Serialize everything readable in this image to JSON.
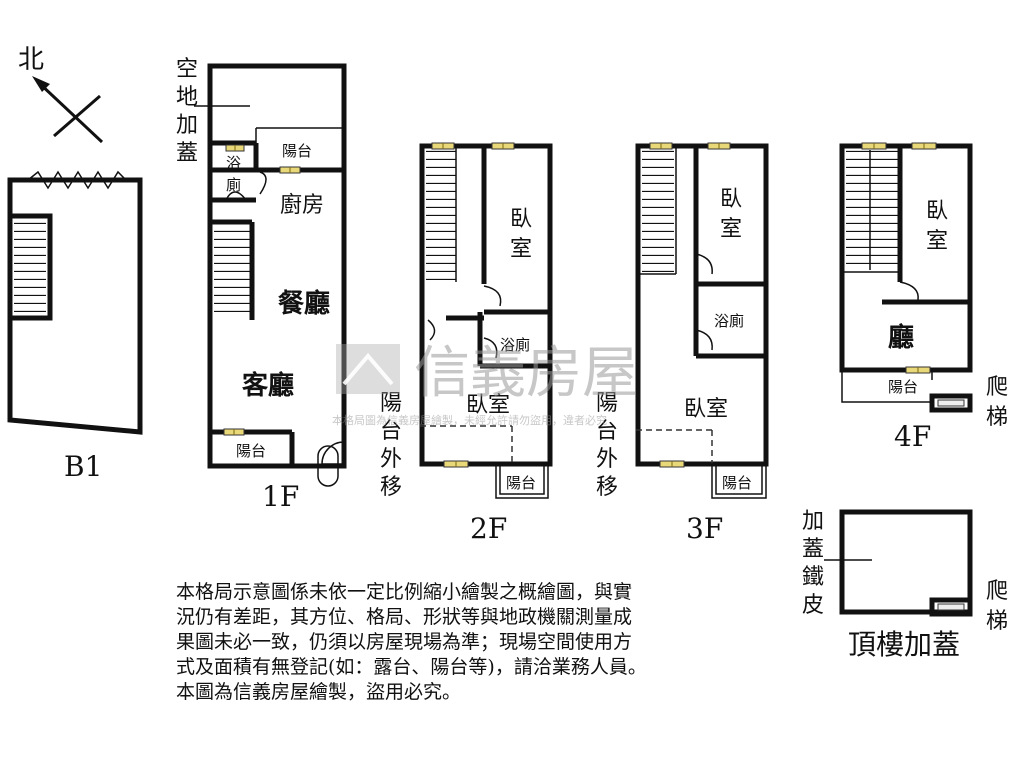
{
  "compass": {
    "north_label": "北"
  },
  "floors": {
    "b1": {
      "label": "B1"
    },
    "f1": {
      "label": "1F",
      "side_note": [
        "空",
        "地",
        "加",
        "蓋"
      ],
      "rooms": {
        "balcony_top": "陽台",
        "bath": [
          "浴",
          "廁"
        ],
        "kitchen": "廚房",
        "dining": "餐廳",
        "living": "客廳",
        "balcony_bottom": "陽台"
      }
    },
    "f2": {
      "label": "2F",
      "side_note": [
        "陽",
        "台",
        "外",
        "移"
      ],
      "rooms": {
        "bedroom_top": [
          "臥",
          "室"
        ],
        "bath": "浴廁",
        "bedroom_bottom": "臥室",
        "balcony": "陽台"
      }
    },
    "f3": {
      "label": "3F",
      "side_note": [
        "陽",
        "台",
        "外",
        "移"
      ],
      "rooms": {
        "bedroom_top": [
          "臥",
          "室"
        ],
        "bath": "浴廁",
        "bedroom_bottom": "臥室",
        "balcony": "陽台"
      }
    },
    "f4": {
      "label": "4F",
      "rooms": {
        "bedroom": [
          "臥",
          "室"
        ],
        "hall": "廳",
        "balcony": "陽台"
      },
      "ladder_note": [
        "爬",
        "梯"
      ]
    },
    "roof": {
      "label": "頂樓加蓋",
      "side_note": [
        "加",
        "蓋",
        "鐵",
        "皮"
      ],
      "ladder_note": [
        "爬",
        "梯"
      ]
    }
  },
  "watermark": {
    "brand": "信義房屋",
    "notice": "本格局圖為信義房屋繪製，未經允許請勿盜用，違者必究"
  },
  "disclaimer": [
    "本格局示意圖係未依一定比例縮小繪製之概繪圖，與實",
    "況仍有差距，其方位、格局、形狀等與地政機關測量成",
    "果圖未必一致，仍須以房屋現場為準；現場空間使用方",
    "式及面積有無登記(如：露台、陽台等)，請洽業務人員。",
    "本圖為信義房屋繪製，盜用必究。"
  ]
}
